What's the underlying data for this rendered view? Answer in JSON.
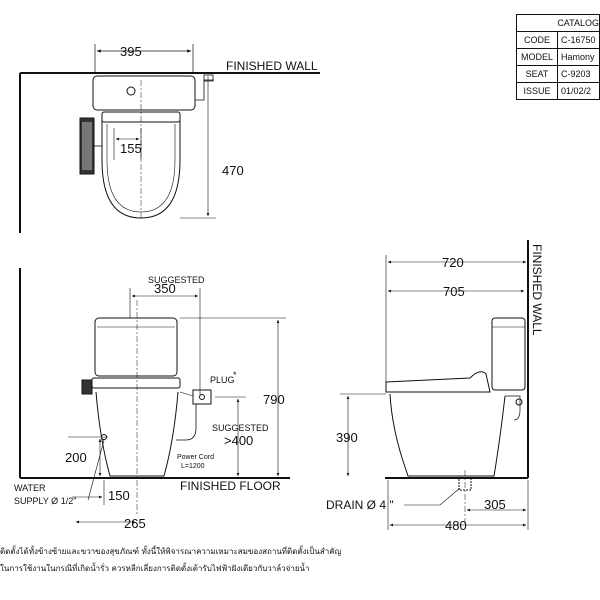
{
  "catalog": {
    "header": "CATALOG",
    "rows": [
      {
        "key": "CODE",
        "value": "C-16750"
      },
      {
        "key": "MODEL",
        "value": "Hamony"
      },
      {
        "key": "SEAT",
        "value": "C-9203"
      },
      {
        "key": "ISSUE",
        "value": "01/02/2"
      }
    ]
  },
  "plan_view": {
    "width_dim": "395",
    "center_dim": "155",
    "depth_dim": "470",
    "wall_label": "FINISHED WALL"
  },
  "front_view": {
    "suggested_label": "SUGGESTED",
    "suggested_dim": "350",
    "plug_label": "PLUG",
    "asterisk": "*",
    "suggested_height_label": "SUGGESTED",
    "suggested_height_dim": ">400",
    "power_cord_label": "Power Cord",
    "power_cord_length": "L=1200",
    "height_dim": "790",
    "water_height_dim": "200",
    "water_supply_label": "WATER",
    "water_supply_size": "SUPPLY Ø 1/2\"",
    "water_offset_dim": "150",
    "floor_label": "FINISHED FLOOR",
    "half_width_dim": "265"
  },
  "side_view": {
    "wall_label": "FINISHED WALL",
    "overall_depth_dim": "720",
    "body_depth_dim": "705",
    "seat_height_dim": "390",
    "drain_label": "DRAIN Ø 4 \"",
    "drain_offset_dim": "305",
    "base_depth_dim": "480"
  },
  "notes": [
    "ติดตั้งได้ทั้งข้างซ้ายและขวาของสุขภัณฑ์ ทั้งนี้ให้พิจารณาความเหมาะสมของสถานที่ติดตั้งเป็นสำคัญ",
    "ในการใช้งานในกรณีที่เกิดน้ำรั่ว ควรหลีกเลี่ยงการติดตั้งเต้ารับไฟฟ้าฝังเดียวกับวาล์วจ่ายน้ำ"
  ]
}
